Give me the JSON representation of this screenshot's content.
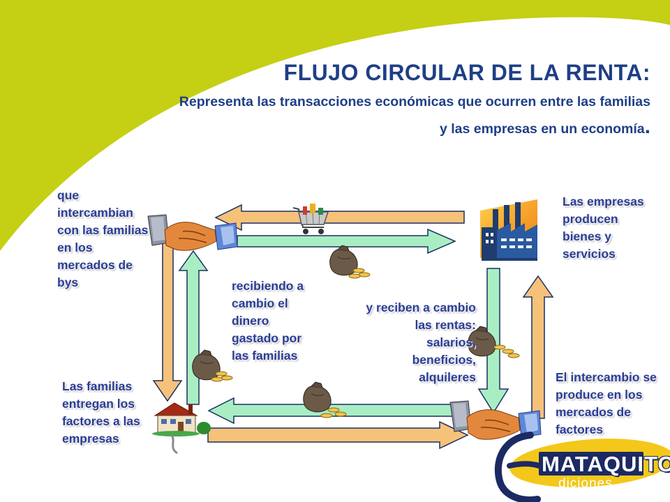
{
  "title": "FLUJO CIRCULAR DE LA RENTA:",
  "subtitle": {
    "line1": "Representa las transacciones económicas que ocurren entre las familias",
    "line2": "y las empresas en un economía",
    "period": "."
  },
  "labels": {
    "bys_exchange": "que\nintercambian\ncon las familias\nen los\nmercados de\nbys",
    "firms_produce": "Las empresas\nproducen\nbienes y\nservicios",
    "receive_money": "recibiendo a\ncambio el\ndinero\ngastado por\nlas familias",
    "receive_rents": "y reciben a cambio\nlas rentas:\nsalarios,\nbeneficios,\nalquileres",
    "families_deliver": "Las familias\nentregan los\nfactores a las\nempresas",
    "factor_exchange": "El intercambio se\nproduce en los\nmercados de\nfactores"
  },
  "logo": {
    "word": "MATAQUITO",
    "sub": "diciones"
  },
  "colors": {
    "background_green": "#c5cf14",
    "title_blue": "#1f3f86",
    "label_blue": "#2a3d96",
    "arrow_orange": "#f6c27a",
    "arrow_green": "#a9eec3",
    "logo_navy": "#1c2a64",
    "logo_yellow": "#f3c81a"
  },
  "icons": [
    "handshake-icon",
    "factory-icon",
    "house-icon",
    "shopping-cart-icon",
    "money-bag-icon",
    "mataquito-logo"
  ]
}
